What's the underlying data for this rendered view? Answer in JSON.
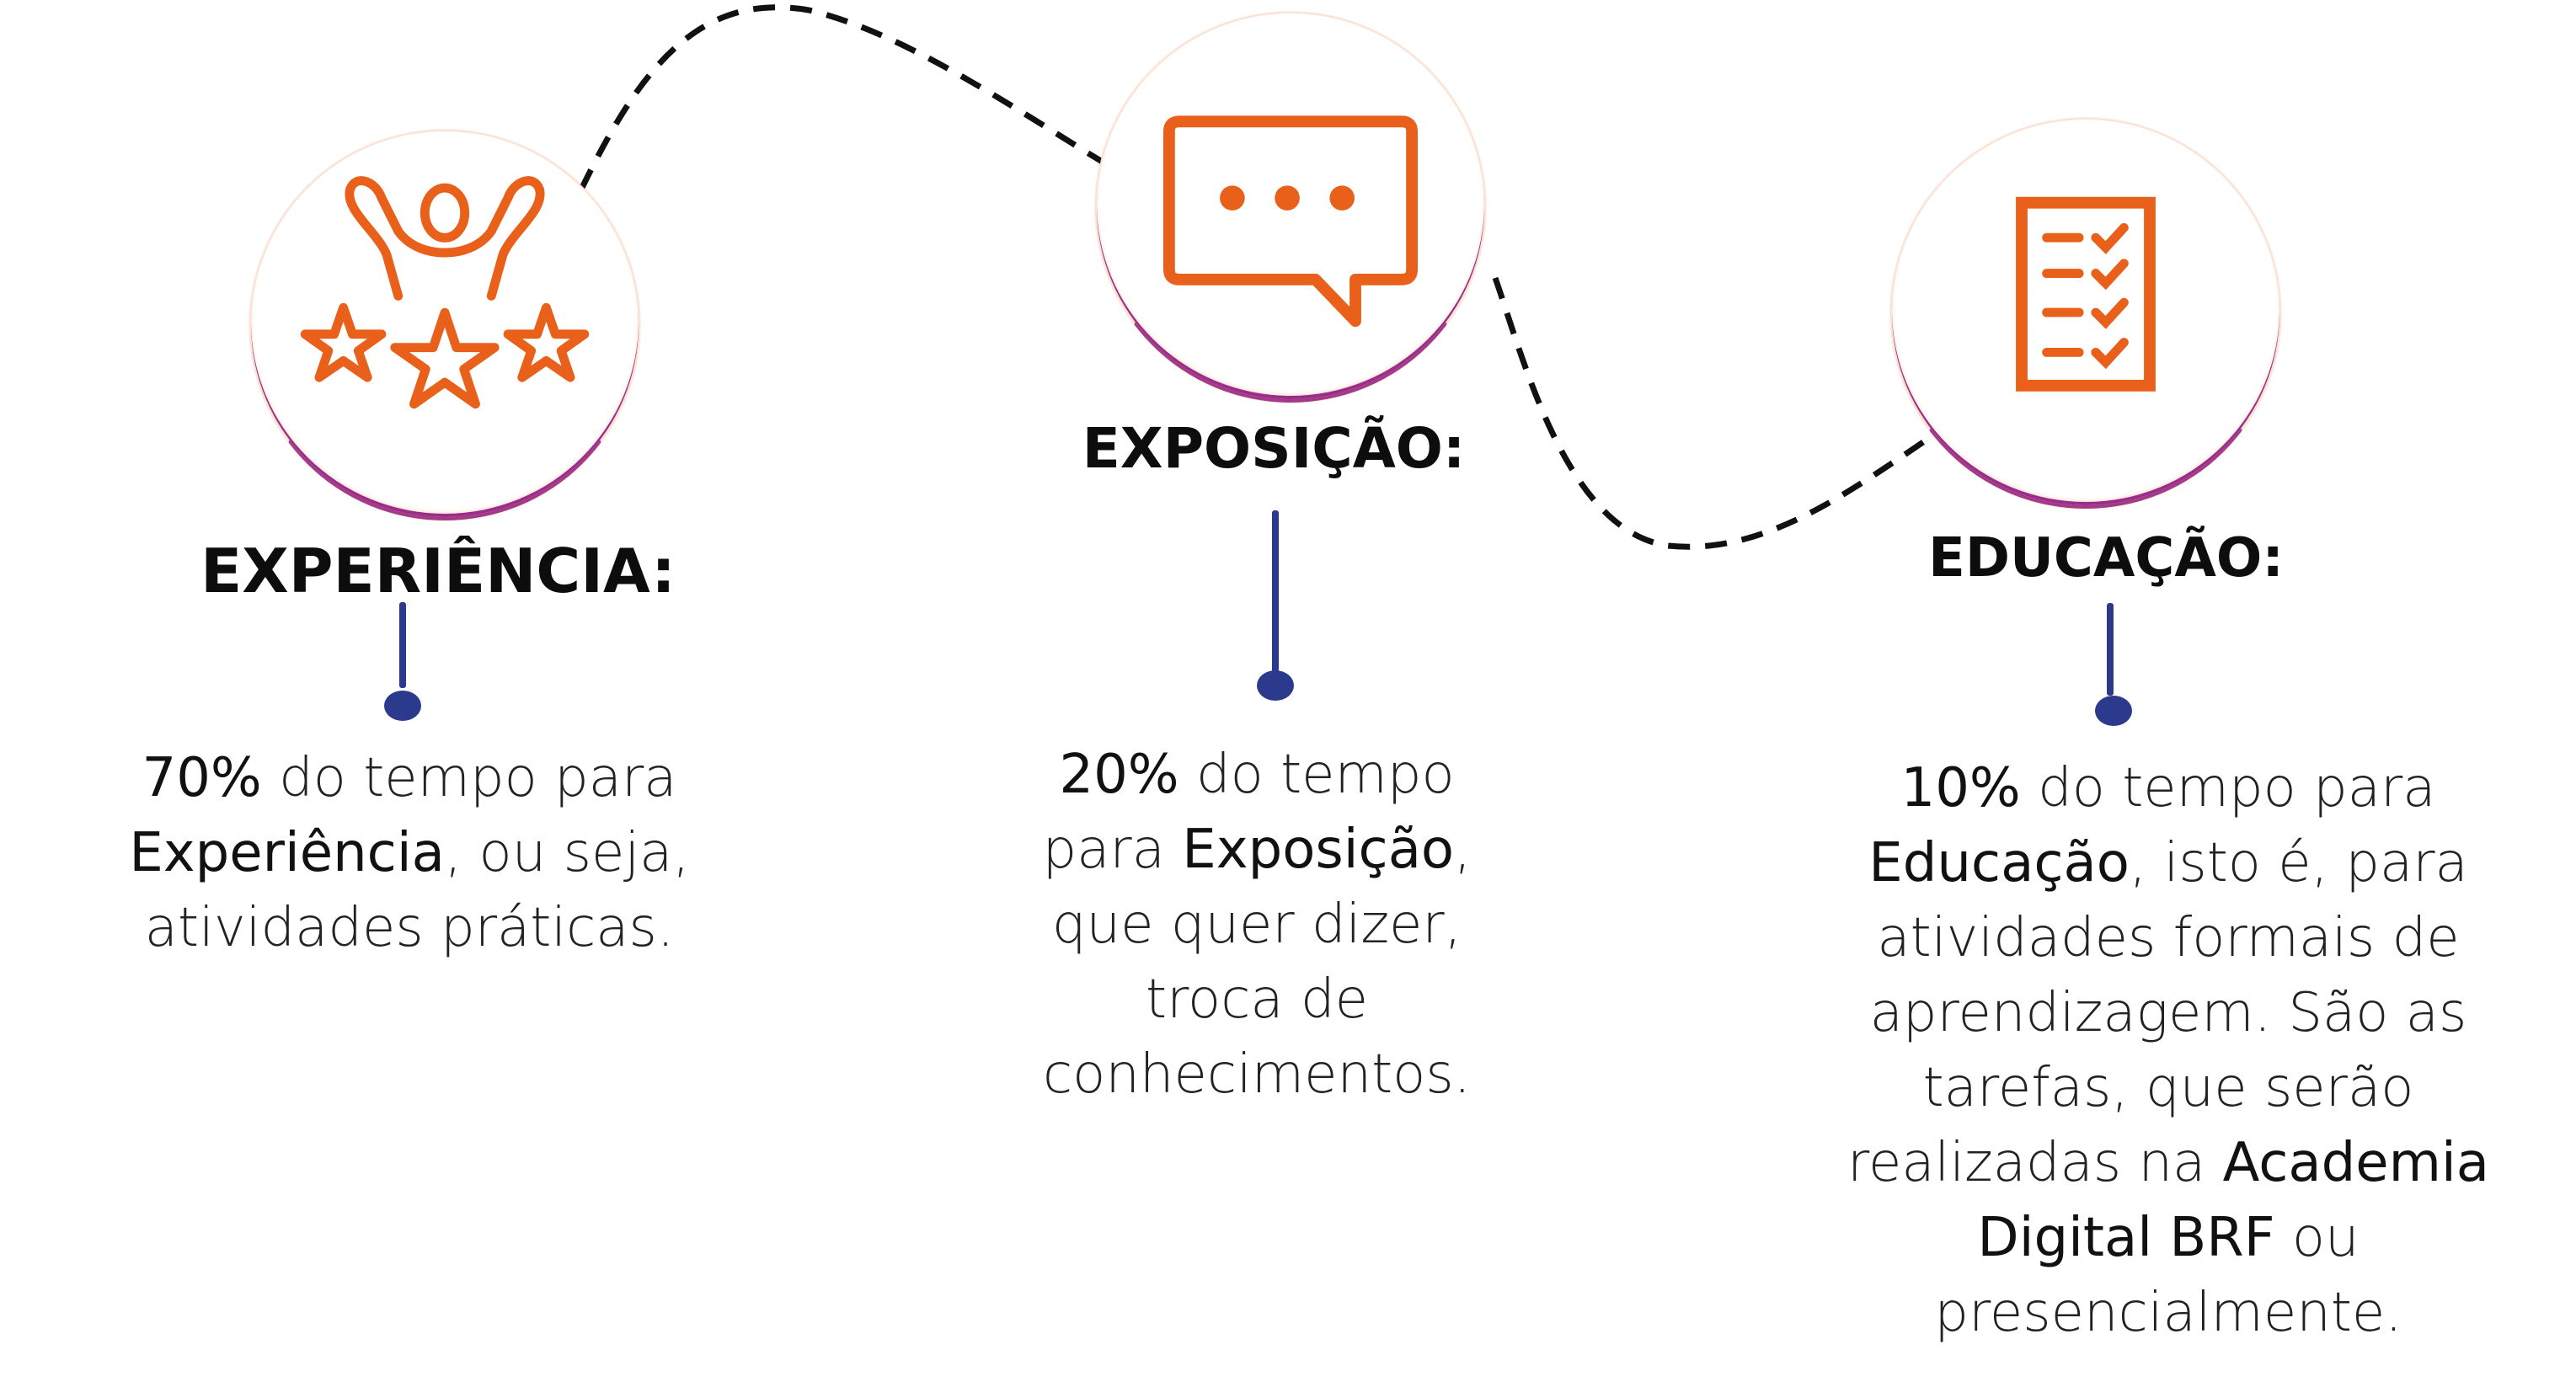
{
  "colors": {
    "icon_orange": "#e8601a",
    "ring_purple": "#9a2d8c",
    "connector_blue": "#2b3a8c",
    "dash_black": "#111111"
  },
  "steps": [
    {
      "title": "EXPERIÊNCIA:",
      "icon": "celebrating-person-stars-icon",
      "lines": [
        [
          {
            "t": "70%",
            "em": true
          },
          {
            "t": " do tempo para",
            "em": false
          }
        ],
        [
          {
            "t": "Experiência",
            "em": true
          },
          {
            "t": ", ou seja,",
            "em": false
          }
        ],
        [
          {
            "t": "atividades práticas.",
            "em": false
          }
        ]
      ]
    },
    {
      "title": "EXPOSIÇÃO:",
      "icon": "chat-bubble-icon",
      "lines": [
        [
          {
            "t": "20%",
            "em": true
          },
          {
            "t": " do tempo",
            "em": false
          }
        ],
        [
          {
            "t": "para ",
            "em": false
          },
          {
            "t": "Exposição",
            "em": true
          },
          {
            "t": ",",
            "em": false
          }
        ],
        [
          {
            "t": "que quer dizer,",
            "em": false
          }
        ],
        [
          {
            "t": "troca de",
            "em": false
          }
        ],
        [
          {
            "t": "conhecimentos.",
            "em": false
          }
        ]
      ]
    },
    {
      "title": "EDUCAÇÃO:",
      "icon": "checklist-icon",
      "lines": [
        [
          {
            "t": "10%",
            "em": true
          },
          {
            "t": " do tempo para",
            "em": false
          }
        ],
        [
          {
            "t": "Educação",
            "em": true
          },
          {
            "t": ", isto é, para",
            "em": false
          }
        ],
        [
          {
            "t": "atividades formais de",
            "em": false
          }
        ],
        [
          {
            "t": "aprendizagem. São as",
            "em": false
          }
        ],
        [
          {
            "t": "tarefas, que serão",
            "em": false
          }
        ],
        [
          {
            "t": "realizadas na ",
            "em": false
          },
          {
            "t": "Academia",
            "em": true
          }
        ],
        [
          {
            "t": "Digital BRF",
            "em": true
          },
          {
            "t": " ou",
            "em": false
          }
        ],
        [
          {
            "t": "presencialmente.",
            "em": false
          }
        ]
      ]
    }
  ]
}
